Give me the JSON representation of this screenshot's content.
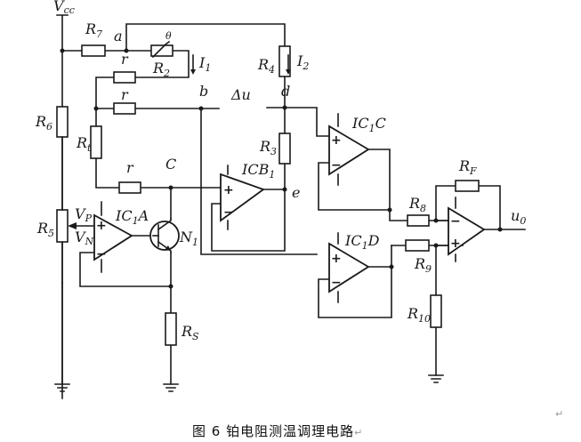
{
  "figure": {
    "caption": "图 6  铂电阻测温调理电路",
    "paragraph_mark": "↵"
  },
  "labels": {
    "vcc": "V",
    "vcc_sub": "cc",
    "r7": "R",
    "r7_sub": "7",
    "node_a": "a",
    "r_top": "r",
    "r_theta": "θ",
    "r2": "R",
    "r2_sub": "2",
    "i1": "I",
    "i1_sub": "1",
    "r_mid": "r",
    "node_b": "b",
    "delta_u": "Δu",
    "node_d": "d",
    "r4": "R",
    "r4_sub": "4",
    "i2": "I",
    "i2_sub": "2",
    "r6": "R",
    "r6_sub": "6",
    "rt": "R",
    "rt_sub": "t",
    "r_low": "r",
    "node_c": "C",
    "r3": "R",
    "r3_sub": "3",
    "icb1": "ICB",
    "icb1_sub": "1",
    "node_e": "e",
    "ic1c": "IC",
    "ic1c_sub": "1",
    "ic1c_suffix": "C",
    "r5": "R",
    "r5_sub": "5",
    "vp": "V",
    "vp_sub": "P",
    "vn": "V",
    "vn_sub": "N",
    "ic1a": "IC",
    "ic1a_sub": "1",
    "ic1a_suffix": "A",
    "n1": "N",
    "n1_sub": "1",
    "rs": "R",
    "rs_sub": "S",
    "rf": "R",
    "rf_sub": "F",
    "r8": "R",
    "r8_sub": "8",
    "r9": "R",
    "r9_sub": "9",
    "r10": "R",
    "r10_sub": "10",
    "ic1d": "IC",
    "ic1d_sub": "1",
    "ic1d_suffix": "D",
    "u0": "u",
    "u0_sub": "0",
    "plus": "+",
    "minus": "−"
  }
}
